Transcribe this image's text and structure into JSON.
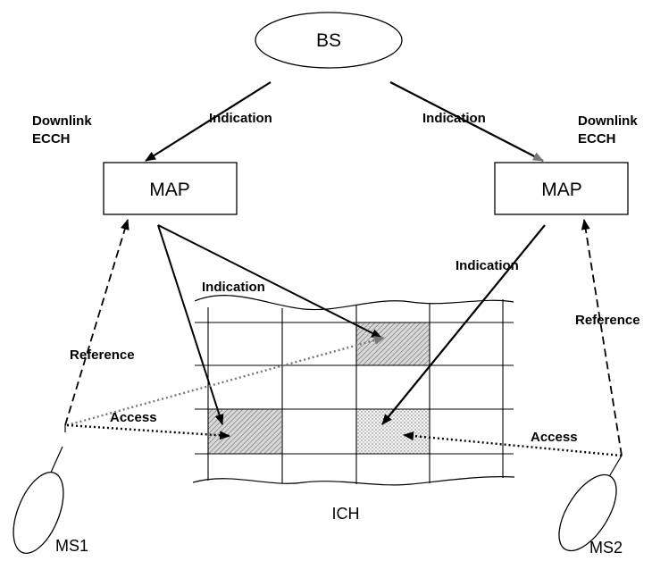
{
  "nodes": {
    "bs": "BS",
    "map_left": "MAP",
    "map_right": "MAP",
    "ich": "ICH",
    "ms1": "MS1",
    "ms2": "MS2"
  },
  "labels": {
    "downlink_left_1": "Downlink",
    "downlink_left_2": "ECCH",
    "downlink_right_1": "Downlink",
    "downlink_right_2": "ECCH",
    "indication_bs_left": "Indication",
    "indication_bs_right": "Indication",
    "indication_map_left": "Indication",
    "indication_map_right": "Indication",
    "reference_left": "Reference",
    "reference_right": "Reference",
    "access_left": "Access",
    "access_right": "Access"
  }
}
